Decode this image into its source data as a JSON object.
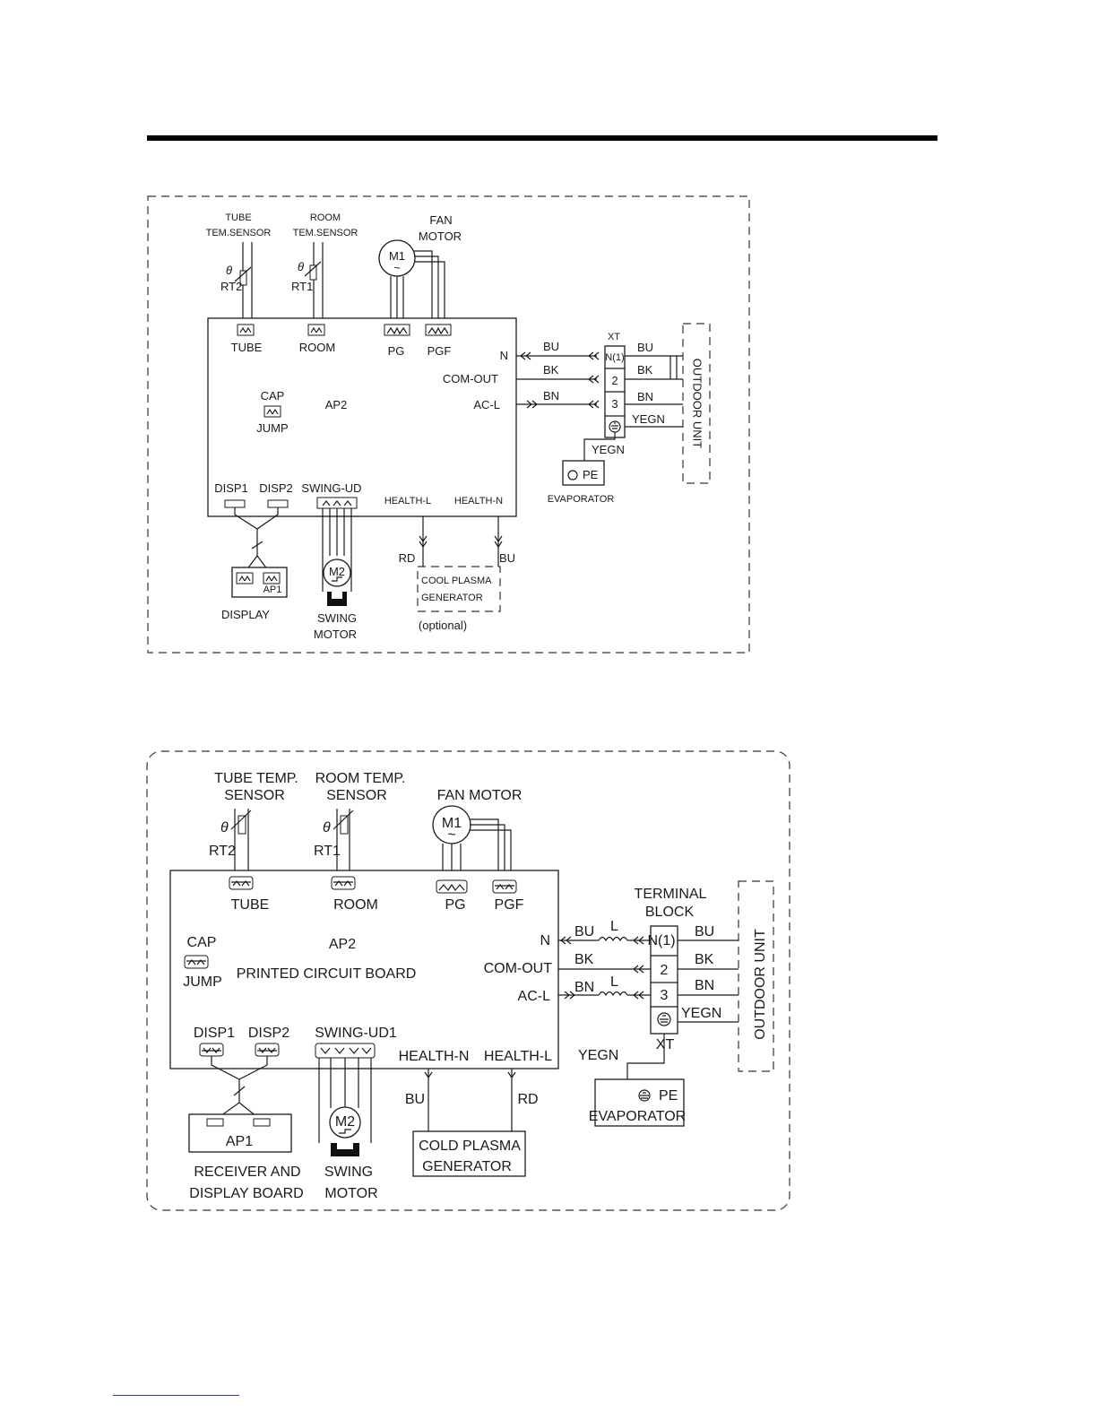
{
  "diagram_1": {
    "tube_sensor_line1": "TUBE",
    "tube_sensor_line2": "TEM.SENSOR",
    "room_sensor_line1": "ROOM",
    "room_sensor_line2": "TEM.SENSOR",
    "fan_motor_line1": "FAN",
    "fan_motor_line2": "MOTOR",
    "rt2": "RT2",
    "rt1": "RT1",
    "m1": "M1",
    "tube": "TUBE",
    "room": "ROOM",
    "pg": "PG",
    "pgf": "PGF",
    "cap": "CAP",
    "jump": "JUMP",
    "ap2": "AP2",
    "n": "N",
    "com_out": "COM-OUT",
    "ac_l": "AC-L",
    "xt": "XT",
    "terminal_n1": "N(1)",
    "terminal_2": "2",
    "terminal_3": "3",
    "wire_bu_in": "BU",
    "wire_bk_in": "BK",
    "wire_bn_in": "BN",
    "wire_bu_out": "BU",
    "wire_bk_out": "BK",
    "wire_bn_out": "BN",
    "wire_yegn_out": "YEGN",
    "wire_yegn_pe": "YEGN",
    "outdoor_unit": "OUTDOOR UNIT",
    "pe": "PE",
    "evaporator": "EVAPORATOR",
    "disp1": "DISP1",
    "disp2": "DISP2",
    "swing_ud": "SWING-UD",
    "health_l": "HEALTH-L",
    "health_n": "HEALTH-N",
    "ap1": "AP1",
    "display": "DISPLAY",
    "m2": "M2",
    "swing_motor_line1": "SWING",
    "swing_motor_line2": "MOTOR",
    "rd": "RD",
    "bu": "BU",
    "plasma_line1": "COOL PLASMA",
    "plasma_line2": "GENERATOR",
    "optional": "(optional)"
  },
  "diagram_2": {
    "tube_sensor_line1": "TUBE TEMP.",
    "tube_sensor_line2": "SENSOR",
    "room_sensor_line1": "ROOM TEMP.",
    "room_sensor_line2": "SENSOR",
    "fan_motor": "FAN MOTOR",
    "rt2": "RT2",
    "rt1": "RT1",
    "m1": "M1",
    "tube": "TUBE",
    "room": "ROOM",
    "pg": "PG",
    "pgf": "PGF",
    "cap": "CAP",
    "jump": "JUMP",
    "ap2": "AP2",
    "pcb": "PRINTED CIRCUIT BOARD",
    "n": "N",
    "com_out": "COM-OUT",
    "ac_l": "AC-L",
    "terminal_block_line1": "TERMINAL",
    "terminal_block_line2": "BLOCK",
    "xt": "XT",
    "terminal_n1": "N(1)",
    "terminal_2": "2",
    "terminal_3": "3",
    "wire_bu_in": "BU",
    "wire_bk_in": "BK",
    "wire_bn_in": "BN",
    "inductor_l1": "L",
    "inductor_l2": "L",
    "wire_bu_out": "BU",
    "wire_bk_out": "BK",
    "wire_bn_out": "BN",
    "wire_yegn_out": "YEGN",
    "wire_yegn_pe": "YEGN",
    "outdoor_unit": "OUTDOOR UNIT",
    "pe": "PE",
    "evaporator": "EVAPORATOR",
    "disp1": "DISP1",
    "disp2": "DISP2",
    "swing_ud1": "SWING-UD1",
    "health_n": "HEALTH-N",
    "health_l": "HEALTH-L",
    "ap1": "AP1",
    "receiver_line1": "RECEIVER AND",
    "receiver_line2": "DISPLAY BOARD",
    "m2": "M2",
    "swing_motor_line1": "SWING",
    "swing_motor_line2": "MOTOR",
    "bu": "BU",
    "rd": "RD",
    "plasma_line1": "COLD PLASMA",
    "plasma_line2": "GENERATOR"
  },
  "colors": {
    "line": "#1a1a1a",
    "footer_link_rule": "#1f3fbf"
  }
}
